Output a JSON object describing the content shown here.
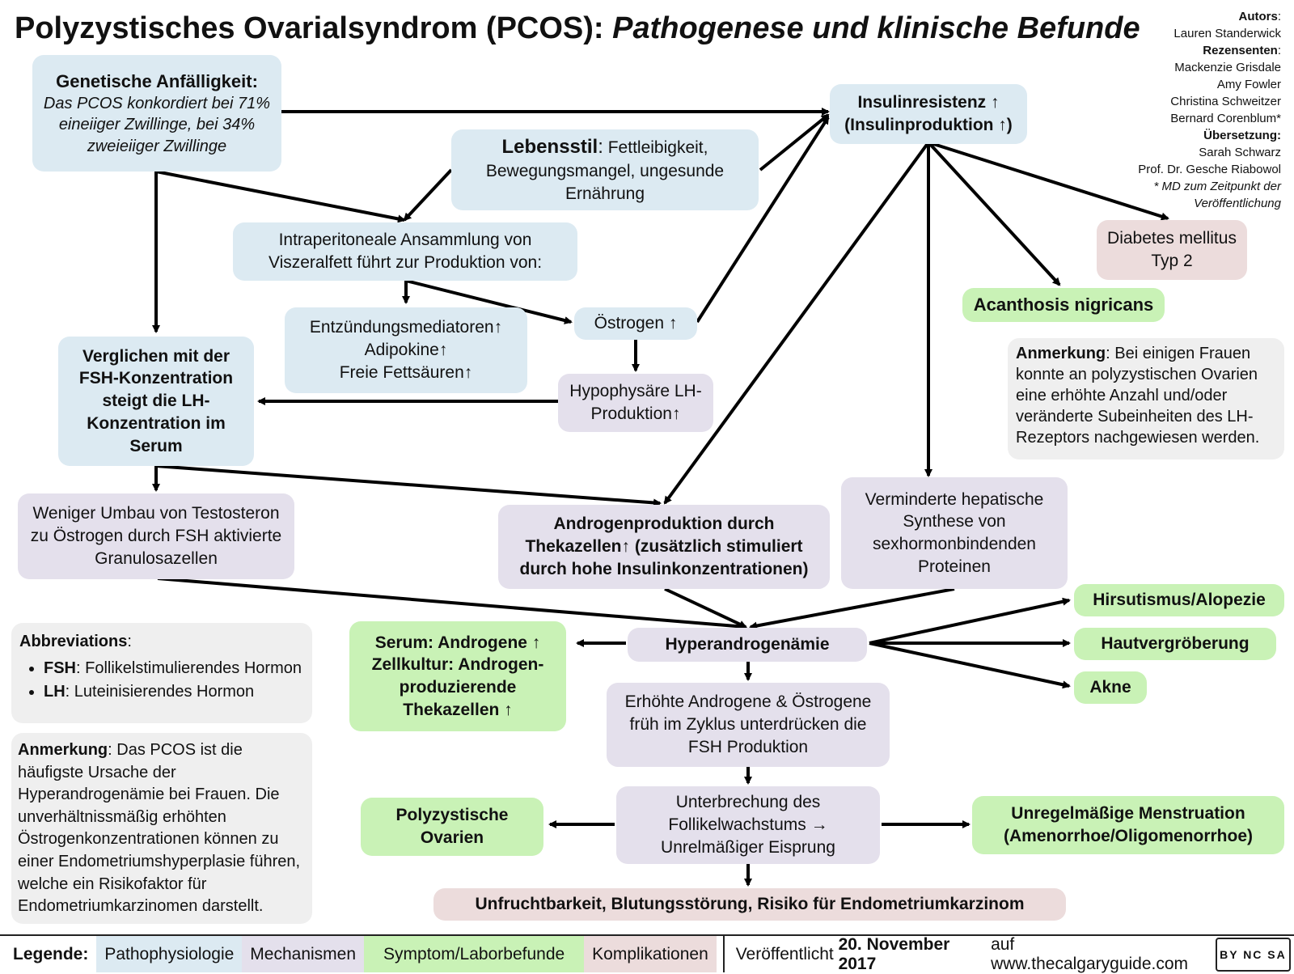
{
  "title": {
    "main": "Polyzystisches Ovarialsyndrom (PCOS):",
    "sub": "Pathogenese und klinische Befunde"
  },
  "authors": {
    "author_label": "Autors",
    "author": "Lauren Standerwick",
    "reviewers_label": "Rezensenten",
    "reviewers": [
      "Mackenzie Grisdale",
      "Amy Fowler",
      "Christina Schweitzer",
      "Bernard Corenblum*"
    ],
    "translation_label": "Übersetzung:",
    "translators": [
      "Sarah Schwarz",
      "Prof. Dr. Gesche Riabowol"
    ],
    "footnote": "* MD zum Zeitpunkt der Veröffentlichung"
  },
  "nodes": {
    "genetics": {
      "heading": "Genetische Anfälligkeit:",
      "text": "Das PCOS konkordiert bei 71% eineiiger Zwillinge, bei 34% zweieiiger Zwillinge"
    },
    "lifestyle": {
      "heading": "Lebensstil",
      "text": "Fettleibigkeit, Bewegungsmangel, ungesunde Ernährung"
    },
    "insulin": {
      "line1": "Insulinresistenz ↑",
      "line2": "(Insulinproduktion ↑)"
    },
    "visceral": "Intraperitoneale Ansammlung von Viszeralfett führt zur Produktion von:",
    "inflammation": [
      "Entzündungsmediatoren↑",
      "Adipokine↑",
      "Freie Fettsäuren↑"
    ],
    "estrogen": "Östrogen ↑",
    "pituitary": "Hypophysäre LH-Produktion↑",
    "lh_fsh": "Verglichen mit der FSH-Konzentration steigt die LH-Konzentration im Serum",
    "granulosa": "Weniger Umbau von Testosteron zu Östrogen durch FSH aktivierte Granulosazellen",
    "theca": "Androgenproduktion durch Thekazellen↑ (zusätzlich stimuliert durch hohe Insulinkonzentrationen)",
    "hepatic": "Verminderte hepatische Synthese von sexhormonbindenden Proteinen",
    "diabetes": "Diabetes mellitus Typ 2",
    "acanthosis": "Acanthosis nigricans",
    "note_lh": {
      "label": "Anmerkung",
      "text": "Bei einigen Frauen konnte  an polyzystischen Ovarien eine erhöhte Anzahl und/oder veränderte Subeinheiten des LH-Rezeptors nachgewiesen werden."
    },
    "hyperandrogenemia": "Hyperandrogenämie",
    "serum": "Serum: Androgene ↑ Zellkultur: Androgen-produzierende Thekazellen ↑",
    "hirsutism": "Hirsutismus/Alopezie",
    "skin": "Hautvergröberung",
    "acne": "Akne",
    "suppress": "Erhöhte Androgene & Östrogene früh im Zyklus unterdrücken die FSH Produktion",
    "follicle": "Unterbrechung des Follikelwachstums → Unrelmäßiger Eisprung",
    "polycystic": "Polyzystische Ovarien",
    "menstruation": "Unregelmäßige Menstruation (Amenorrhoe/Oligomenorrhoe)",
    "complications": "Unfruchtbarkeit, Blutungsstörung, Risiko für Endometriumkarzinom"
  },
  "abbreviations": {
    "label": "Abbreviations",
    "items": [
      {
        "abbr": "FSH",
        "text": "Follikelstimulierendes Hormon"
      },
      {
        "abbr": "LH",
        "text": "Luteinisierendes Hormon"
      }
    ]
  },
  "note_bottom": {
    "label": "Anmerkung",
    "text": "Das PCOS ist die häufigste Ursache der Hyperandrogenämie bei Frauen. Die unverhältnissmäßig erhöhten Östrogenkonzentrationen können zu einer Endometriumshyperplasie führen, welche ein Risikofaktor für Endometriumkarzinomen darstellt."
  },
  "legend": {
    "label": "Legende:",
    "items": [
      {
        "text": "Pathophysiologie",
        "color": "#dceaf2"
      },
      {
        "text": "Mechanismen",
        "color": "#e4e0ec"
      },
      {
        "text": "Symptom/Laborbefunde",
        "color": "#c9f2b6"
      },
      {
        "text": "Komplikationen",
        "color": "#ecdcdc"
      }
    ],
    "published_prefix": "Veröffentlicht",
    "published_date": "20. November 2017",
    "published_suffix": "auf www.thecalgaryguide.com",
    "license": "BY NC SA"
  },
  "colors": {
    "pathophysiology": "#dceaf2",
    "mechanism": "#e4e0ec",
    "symptom": "#c9f2b6",
    "complication": "#ecdcdc",
    "note": "#efefef"
  }
}
